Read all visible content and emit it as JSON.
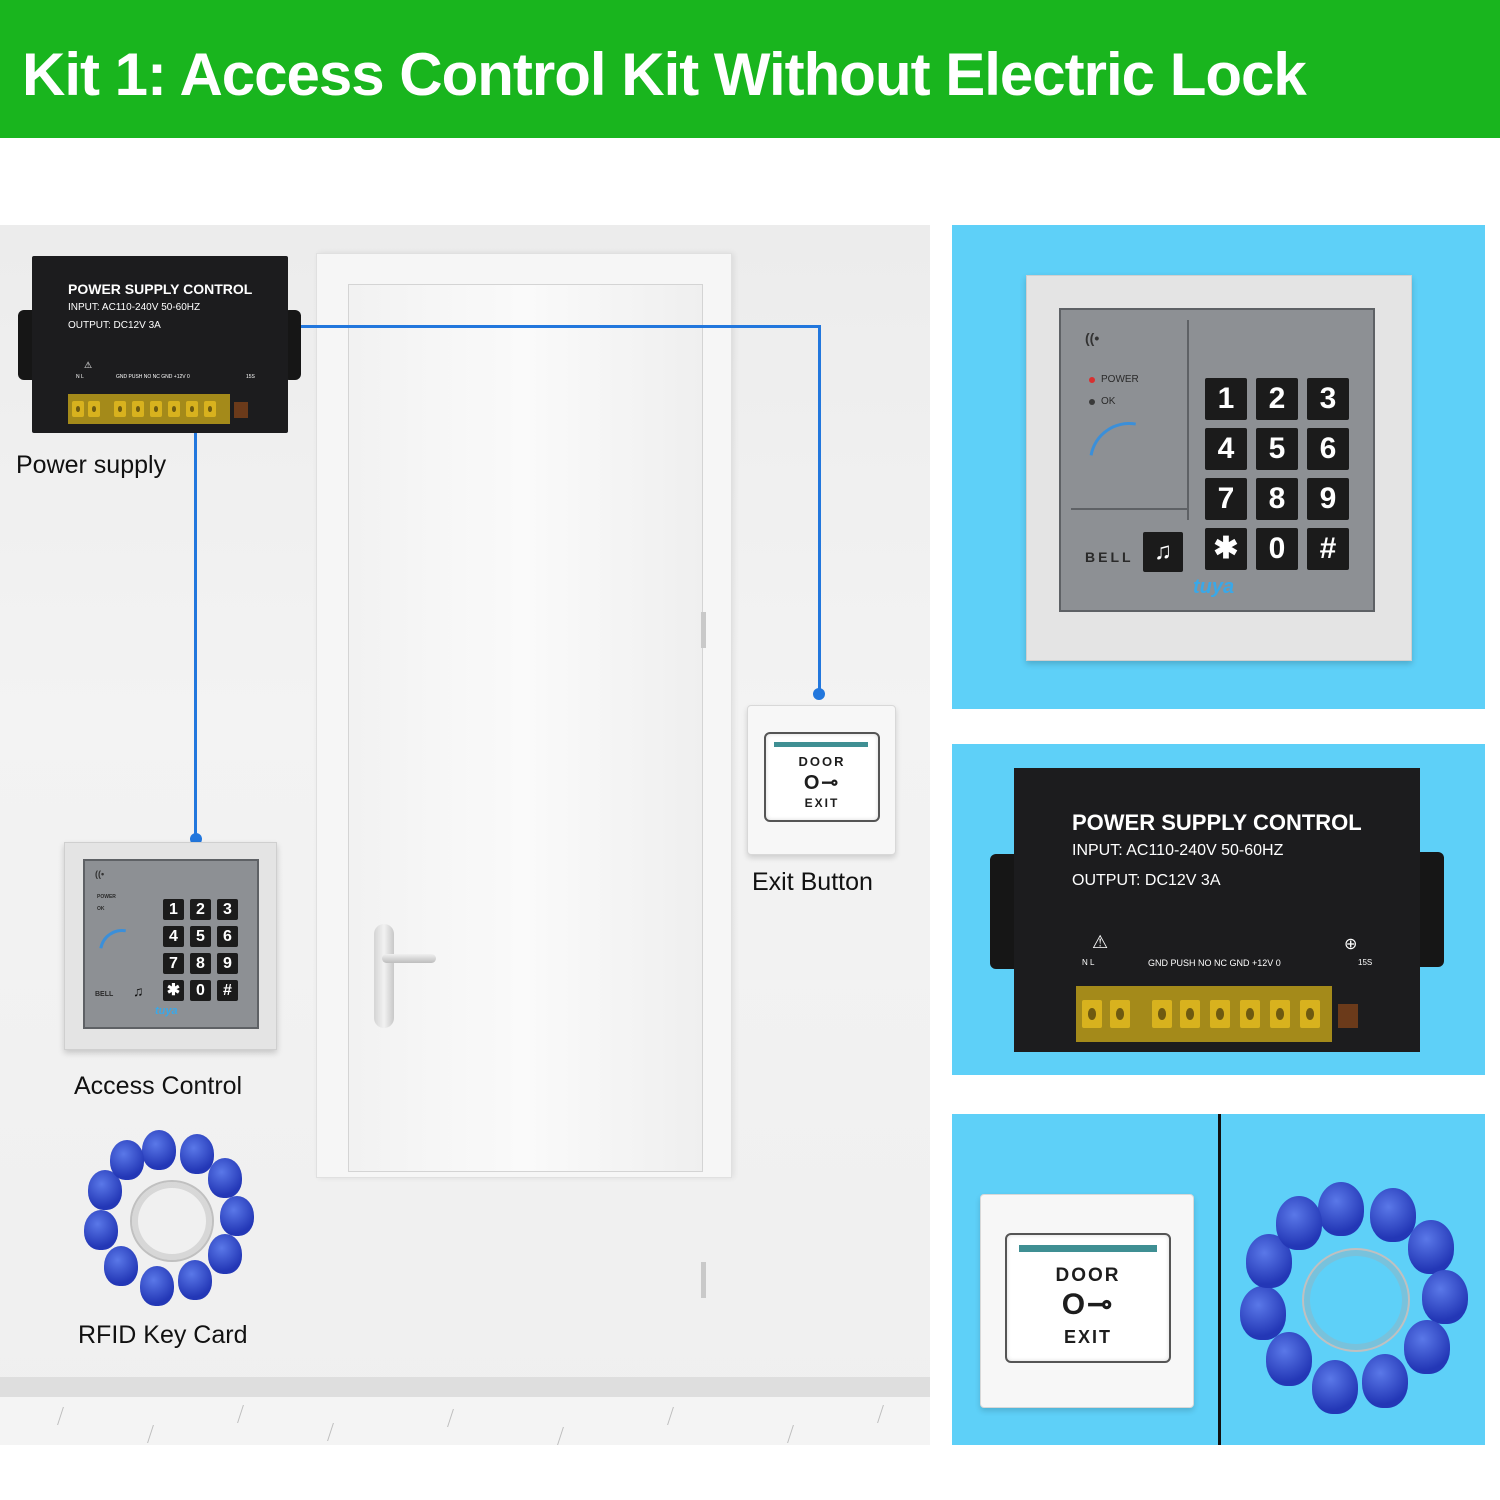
{
  "header": {
    "title": "Kit 1: Access Control Kit Without Electric Lock"
  },
  "psu": {
    "title": "POWER SUPPLY CONTROL",
    "input": "INPUT: AC110-240V 50-60HZ",
    "output": "OUTPUT: DC12V 3A",
    "terminal_left": "N      L",
    "terminal_labels": "GND  PUSH   NO     NC    GND  +12V   0",
    "timer": "15S"
  },
  "captions": {
    "power_supply": "Power supply",
    "exit_button": "Exit Button",
    "access_control": "Access Control",
    "rfid_key_card": "RFID Key Card"
  },
  "keypad": {
    "keys": [
      "1",
      "2",
      "3",
      "4",
      "5",
      "6",
      "7",
      "8",
      "9",
      "✱",
      "0",
      "#"
    ],
    "power": "POWER",
    "ok": "OK",
    "bell": "BELL",
    "brand": "tuya"
  },
  "exit_button": {
    "top": "DOOR",
    "bottom": "EXIT"
  },
  "colors": {
    "header_bg": "#19b51e",
    "panel_bg": "#5ed0f8",
    "wire": "#2277dd",
    "fob": "#2337b6"
  }
}
